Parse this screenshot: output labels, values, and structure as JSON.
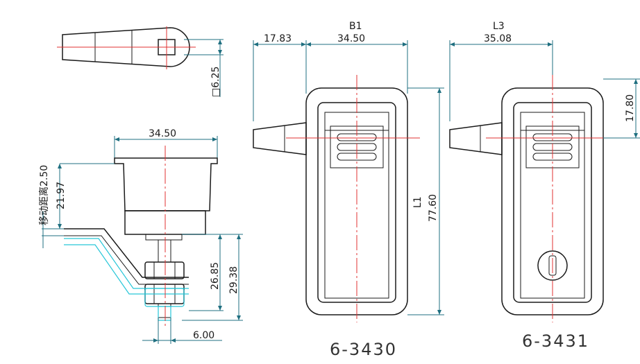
{
  "dimensions": {
    "top_view_square": "□6.25",
    "side_width": "34.50",
    "side_travel": "移动距离2.50",
    "side_height": "21.97",
    "side_h1": "26.85",
    "side_h2": "29.38",
    "side_thread": "6.00",
    "front_offset": "17.83",
    "front_width_label": "B1",
    "front_width": "34.50",
    "front_length_label": "L1",
    "front_length": "77.60",
    "right_width_label": "L3",
    "right_width": "35.08",
    "right_offset": "17.80"
  },
  "models": {
    "left": "6-3430",
    "right": "6-3431"
  },
  "colors": {
    "outline": "#1a1a1a",
    "dimension": "#1f6f80",
    "centerline": "#e03030",
    "highlight": "#26c6d8"
  }
}
